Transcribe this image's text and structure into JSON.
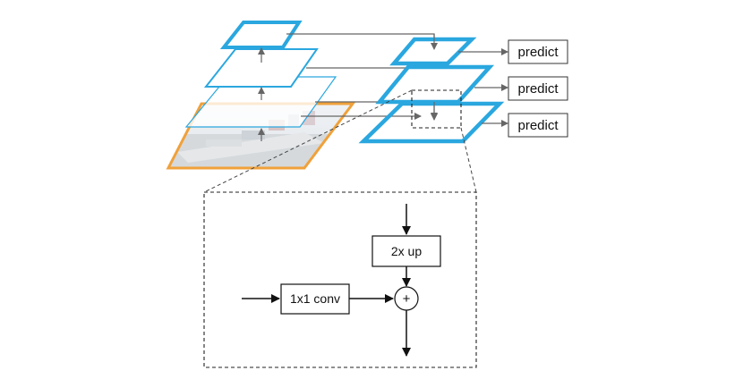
{
  "figure": {
    "predict_labels": [
      "predict",
      "predict",
      "predict"
    ],
    "upsample_label": "2x up",
    "conv_label": "1x1 conv",
    "merge_symbol": "+",
    "colors": {
      "pyramid_stroke": "#2aa7df",
      "image_frame": "#f0a13a",
      "arrow": "#666666",
      "detail_line": "#222222"
    },
    "icons": [
      "photo-thumbnail"
    ]
  }
}
